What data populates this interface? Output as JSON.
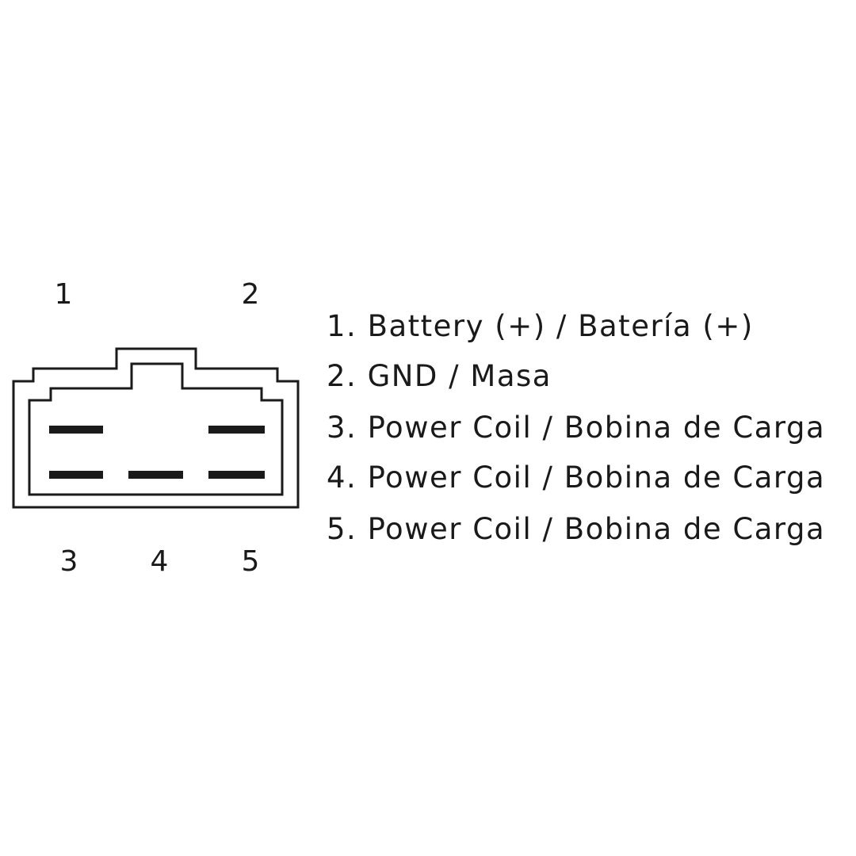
{
  "connector": {
    "pin_labels_top": [
      "1",
      "2"
    ],
    "pin_labels_bottom": [
      "3",
      "4",
      "5"
    ]
  },
  "legend": {
    "items": [
      "1. Battery (+) / Batería (+)",
      "2. GND / Masa",
      "3. Power Coil / Bobina de Carga",
      "4. Power Coil / Bobina de Carga",
      "5. Power Coil / Bobina de Carga"
    ]
  },
  "colors": {
    "stroke": "#1a1a1a",
    "background": "#ffffff"
  }
}
